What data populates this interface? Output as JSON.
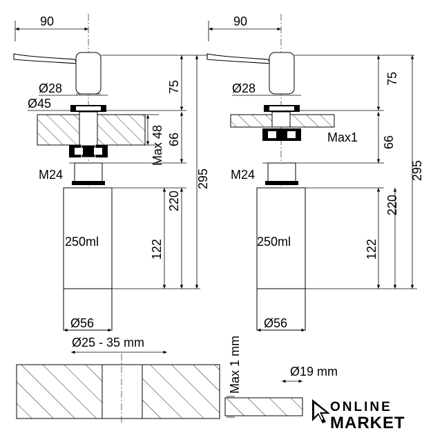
{
  "left_view": {
    "dim_width": "90",
    "dim_top": "75",
    "dim_counter": "66",
    "dim_max": "Max 48",
    "dim_total": "295",
    "dim_bottle_height": "220",
    "dim_bottle_lower": "122",
    "dia_28": "Ø28",
    "dia_45": "Ø45",
    "thread": "M24",
    "volume": "250ml",
    "dia_bottle": "Ø56"
  },
  "right_view": {
    "dim_width": "90",
    "dim_top": "75",
    "dim_counter": "66",
    "dim_max": "Max1",
    "dim_total": "295",
    "dim_bottle_height": "220",
    "dim_bottle_lower": "122",
    "dia_28": "Ø28",
    "thread": "M24",
    "volume": "250ml",
    "dia_bottle": "Ø56"
  },
  "bottom": {
    "hole_thick": "Ø25 - 35 mm",
    "max_thin": "Max 1 mm",
    "hole_thin": "Ø19 mm"
  },
  "logo": {
    "line1": "ONLINE",
    "line2": "MARKET"
  }
}
